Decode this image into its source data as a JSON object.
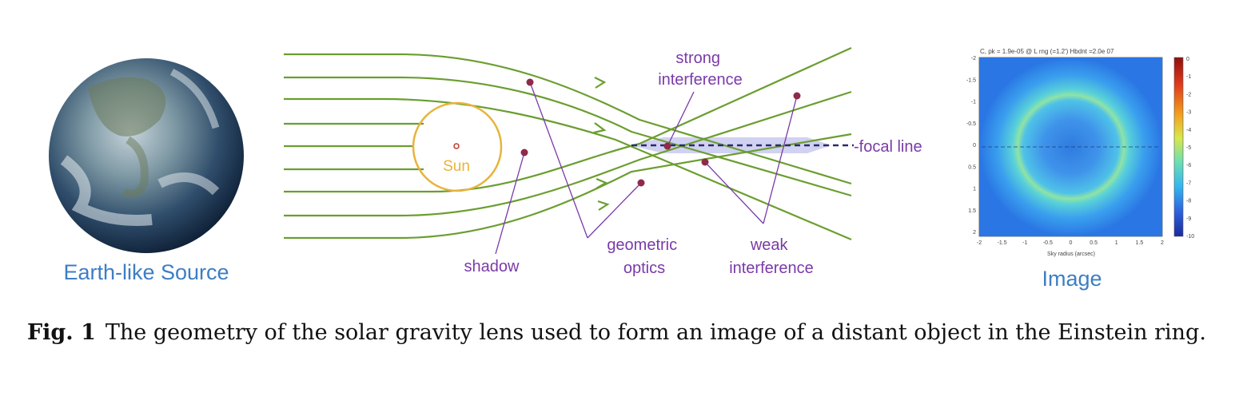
{
  "panels": {
    "left_label": "Earth-like Source",
    "right_label": "Image",
    "right_header": "C, pk = 1.9e-05 @ L rng (=1.2') Hbdnt =2.0e 07",
    "right_xlabel": "Sky radius (arcsec)",
    "right_yticks": [
      "-2",
      "-1.5",
      "-1",
      "-0.5",
      "0",
      "0.5",
      "1",
      "1.5",
      "2"
    ],
    "right_xticks": [
      "-2",
      "-1.5",
      "-1",
      "-0.5",
      "0",
      "0.5",
      "1",
      "1.5",
      "2"
    ],
    "colorbar_ticks": [
      "0",
      "-1",
      "-2",
      "-3",
      "-4",
      "-5",
      "-6",
      "-7",
      "-8",
      "-9",
      "-10"
    ]
  },
  "diagram": {
    "sun_label": "Sun",
    "strong_interference": [
      "strong",
      "interference"
    ],
    "focal_line": "-focal line",
    "shadow": "shadow",
    "geometric_optics": [
      "geometric",
      "optics"
    ],
    "weak_interference": [
      "weak",
      "interference"
    ]
  },
  "caption": {
    "label": "Fig. 1",
    "text": "The geometry of the solar gravity lens used to form an image of a distant object in the Einstein ring."
  },
  "colors": {
    "ray_green": "#6a9e2f",
    "sun_yellow": "#e7b43c",
    "annotation_purple": "#7a3aa8",
    "dot_maroon": "#8e2a4a",
    "label_blue": "#3d7ec4",
    "focal_band": "#c9c9ef"
  }
}
